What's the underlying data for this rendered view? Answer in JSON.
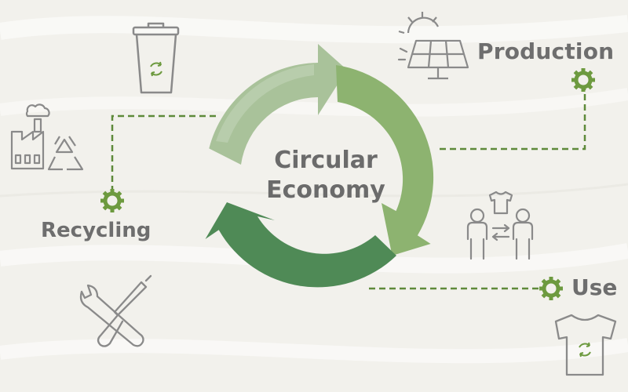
{
  "diagram": {
    "center": {
      "line1": "Circular",
      "line2": "Economy"
    },
    "stages": {
      "production": "Production",
      "use": "Use",
      "recycling": "Recycling"
    }
  },
  "colors": {
    "background": "#f2f1ec",
    "arc_light": "#a9c29a",
    "arc_mid": "#8db370",
    "arc_dark": "#4f8a56",
    "gear": "#6d9a3f",
    "dashed_line": "#5e8a3a",
    "text": "#6e6e6e",
    "icon_stroke": "#8a8a8a"
  },
  "icons": [
    "trash-bin-recycle-icon",
    "solar-panel-sun-icon",
    "factory-recycle-icon",
    "people-clothing-exchange-icon",
    "tools-wrench-screwdriver-icon",
    "tshirt-recycle-icon",
    "gear-icon"
  ]
}
